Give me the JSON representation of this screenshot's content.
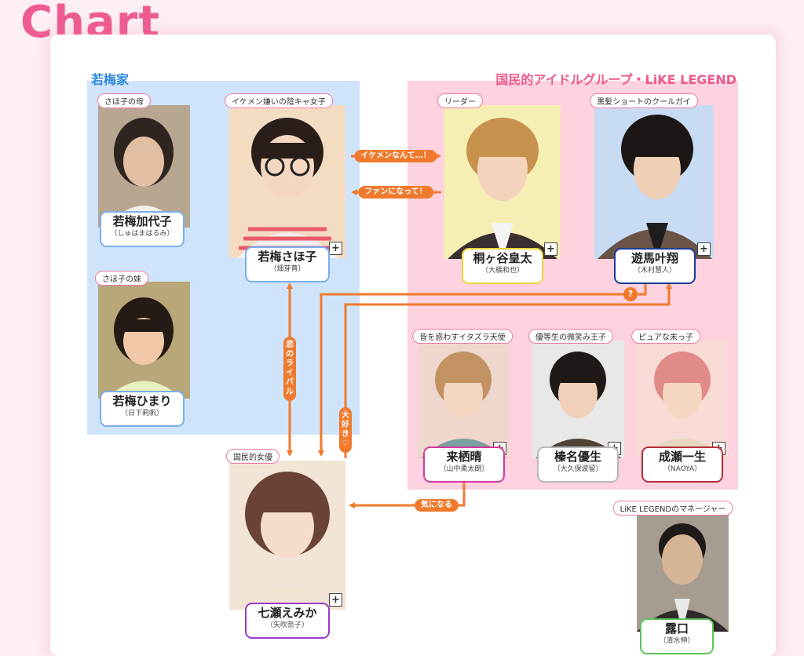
{
  "title": "Chart",
  "groups": {
    "family": "若梅家",
    "idol": "国民的アイドルグループ・LiKE LEGEND"
  },
  "people": {
    "kayoko": {
      "tag": "さほ子の母",
      "name": "若梅加代子",
      "actor": "（しゅはまはるみ）"
    },
    "sahoko": {
      "tag": "イケメン嫌いの陰キャ女子",
      "name": "若梅さほ子",
      "actor": "（畑芽育）"
    },
    "himari": {
      "tag": "さほ子の妹",
      "name": "若梅ひまり",
      "actor": "（日下莉帆）"
    },
    "kouta": {
      "tag": "リーダー",
      "name": "桐ヶ谷皇太",
      "actor": "（大橋和也）"
    },
    "kanato": {
      "tag": "黒髪ショートのクールガイ",
      "name": "遊馬叶翔",
      "actor": "（木村慧人）"
    },
    "hare": {
      "tag": "皆を惑わすイタズラ天使",
      "name": "来栖晴",
      "actor": "（山中柔太朗）"
    },
    "yusei": {
      "tag": "優等生の微笑み王子",
      "name": "榛名優生",
      "actor": "（大久保波留）"
    },
    "issei": {
      "tag": "ピュアな末っ子",
      "name": "成瀬一生",
      "actor": "（NAOYA）"
    },
    "emika": {
      "tag": "国民的女優",
      "name": "七瀬えみか",
      "actor": "（矢吹奈子）"
    },
    "tsuyuguchi": {
      "tag": "LiKE LEGENDのマネージャー",
      "name": "露口",
      "actor": "（清水伸）"
    }
  },
  "relations": {
    "ikemen": "イケメンなんて…！",
    "fan": "ファンになって！",
    "rival": "恋のライバル",
    "daisuki": "大好き♡",
    "kininaru": "気になる",
    "question": "?"
  },
  "plus_symbol": "+",
  "colors": {
    "title": "#ee5c92",
    "arrow": "#ef7a2d",
    "family_bg": "#cfe4fb",
    "idol_bg": "#fed2df",
    "border_blue": "#7aaef0",
    "border_yellow": "#e8d63a",
    "border_navy": "#1a3a9c",
    "border_magenta": "#d43a9c",
    "border_gray": "#b8b8b8",
    "border_red": "#b82e3a",
    "border_purple": "#9a3ad0",
    "border_green": "#5cc45c"
  }
}
